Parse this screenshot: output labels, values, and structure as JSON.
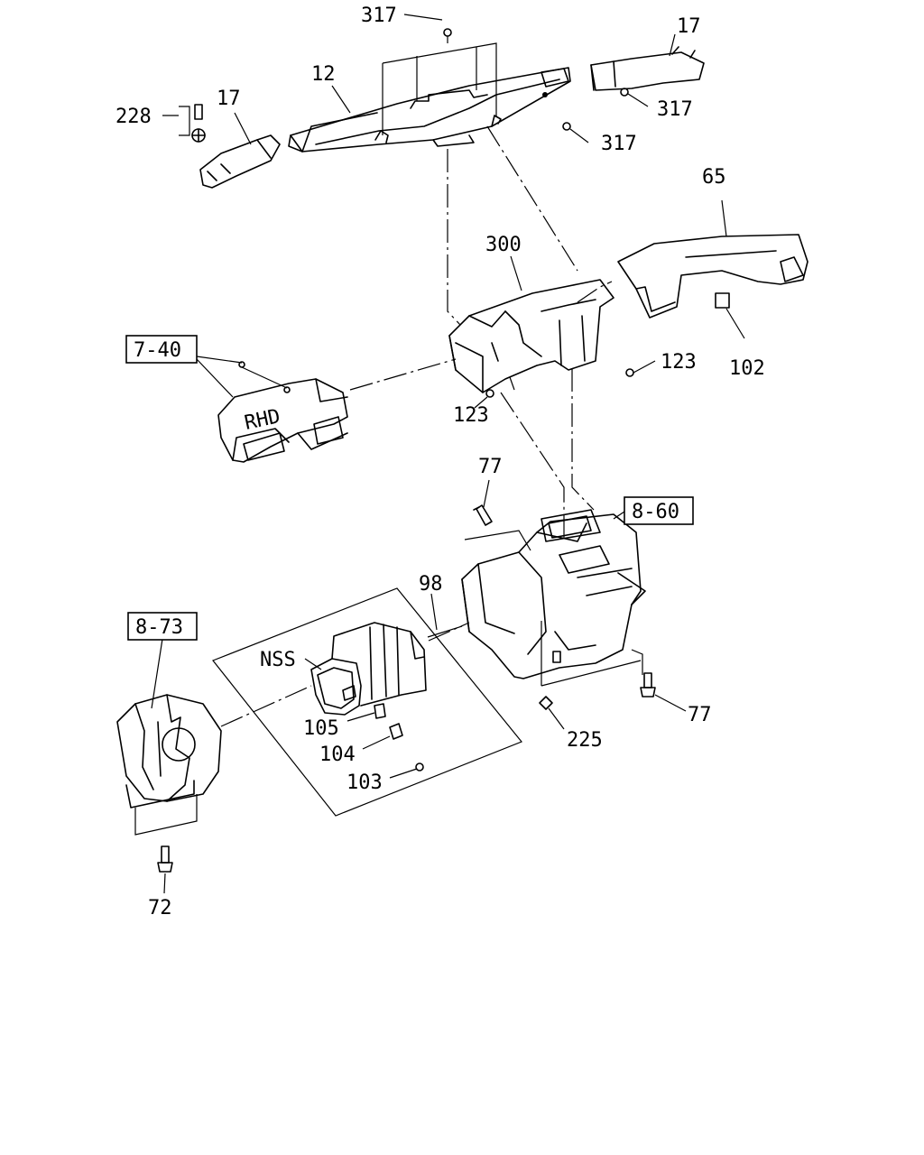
{
  "labels": {
    "p317_top": "317",
    "p17_right": "17",
    "p12": "12",
    "p228": "228",
    "p17_left": "17",
    "p317_right_a": "317",
    "p317_right_b": "317",
    "p65": "65",
    "p300": "300",
    "ref_7_40": "7-40",
    "p123_right": "123",
    "p102": "102",
    "p123_left": "123",
    "p77_top": "77",
    "ref_8_60": "8-60",
    "p98": "98",
    "ref_8_73": "8-73",
    "nss": "NSS",
    "p105": "105",
    "p104": "104",
    "p103": "103",
    "p225": "225",
    "p77_right": "77",
    "p72": "72",
    "rhd_mark": "RHD"
  }
}
